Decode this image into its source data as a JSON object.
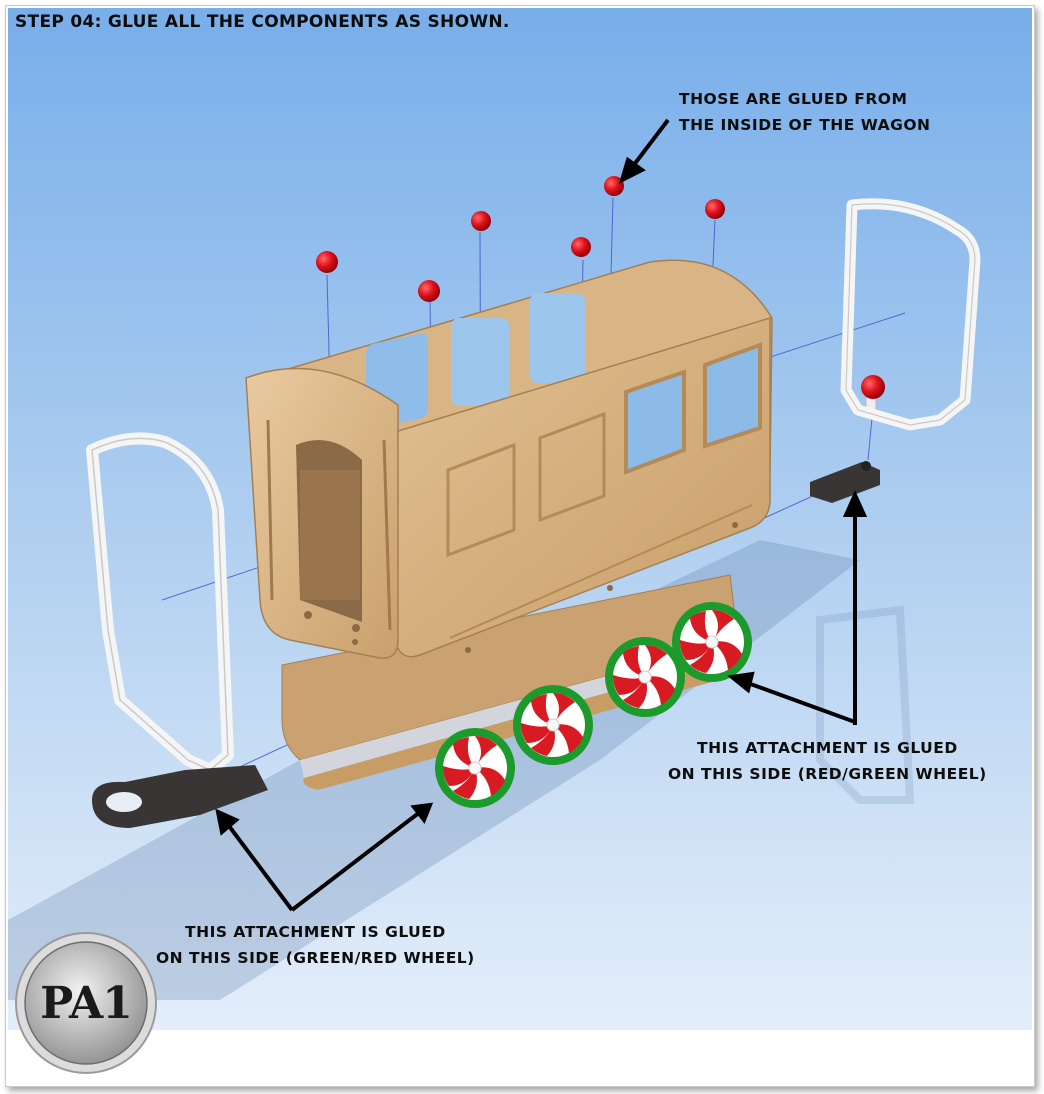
{
  "title": "STEP 04: GLUE ALL THE COMPONENTS AS SHOWN.",
  "annotations": {
    "inside_pegs": [
      "THOSE ARE GLUED FROM",
      "THE INSIDE OF THE WAGON"
    ],
    "right_attachment": [
      "THIS ATTACHMENT IS GLUED",
      "ON THIS SIDE (RED/GREEN WHEEL)"
    ],
    "left_attachment": [
      "THIS ATTACHMENT IS GLUED",
      "ON THIS SIDE (GREEN/RED WHEEL)"
    ]
  },
  "logo_text": "PA1",
  "colors": {
    "sky_top": "#7fb2ea",
    "sky_bottom": "#e3eefa",
    "wood": "#dbb888",
    "wood_dark": "#b98f5c",
    "peg_red": "#e0111b",
    "wheel_green": "#1c9a2b",
    "wheel_red": "#d81a22",
    "frame_white": "#f4f4f4",
    "attachment": "#333030"
  }
}
